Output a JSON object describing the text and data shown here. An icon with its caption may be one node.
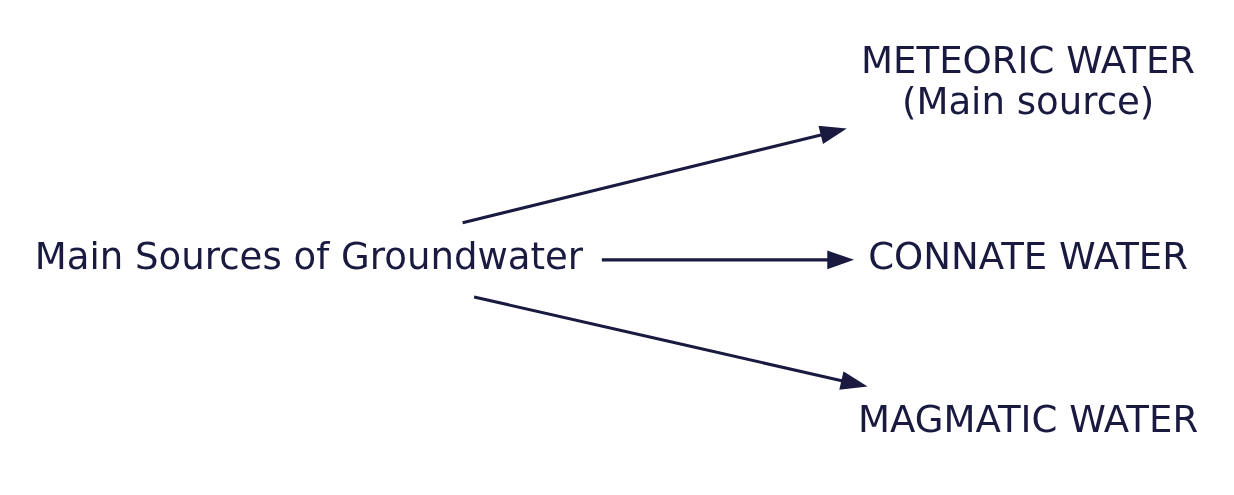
{
  "diagram": {
    "nodes": [
      {
        "text": [
          "Main Sources of Groundwater"
        ]
      },
      {
        "text": [
          "METEORIC WATER",
          "(Main source)"
        ]
      },
      {
        "text": [
          "CONNATE WATER"
        ]
      },
      {
        "text": [
          "MAGMATIC WATER"
        ]
      }
    ],
    "edges": [
      {
        "from": 0,
        "to": 1,
        "arrow": "to"
      },
      {
        "from": 0,
        "to": 2,
        "arrow": "to"
      },
      {
        "from": 0,
        "to": 3,
        "arrow": "to"
      }
    ]
  }
}
